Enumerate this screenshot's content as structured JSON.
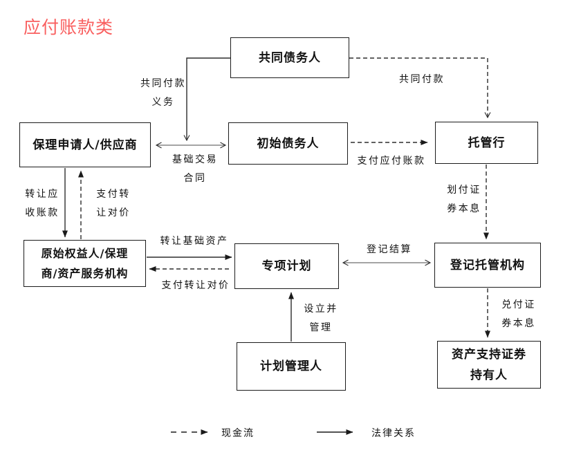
{
  "title": "应付账款类",
  "nodes": {
    "joint_debtor": "共同债务人",
    "factoring_applicant": "保理申请人/供应商",
    "initial_debtor": "初始债务人",
    "custodian_bank": "托管行",
    "originator": "原始权益人/保理\n商/资产服务机构",
    "special_plan": "专项计划",
    "registrar": "登记托管机构",
    "plan_manager": "计划管理人",
    "abs_holders": "资产支持证券\n持有人"
  },
  "edges": {
    "joint_payment_obligation": "共同付款\n义务",
    "joint_payment": "共同付款",
    "underlying_transaction_contract": "基础交易\n合同",
    "pay_accounts_payable": "支付应付账款",
    "transfer_receivables": "转让应\n收账款",
    "pay_transfer_consideration_vertical": "支付转\n让对价",
    "remit_principal_interest": "划付证\n券本息",
    "transfer_underlying_assets": "转让基础资产",
    "pay_transfer_consideration_horizontal": "支付转让对价",
    "registration_settlement": "登记结算",
    "redeem_principal_interest": "兑付证\n券本息",
    "establish_and_manage": "设立并\n管理"
  },
  "legend": {
    "cash_flow": "现金流",
    "legal_relationship": "法律关系"
  },
  "colors": {
    "title": "#f95f5f",
    "line": "#2b2b2b",
    "box_border": "#1a1a1a",
    "background": "#ffffff"
  }
}
